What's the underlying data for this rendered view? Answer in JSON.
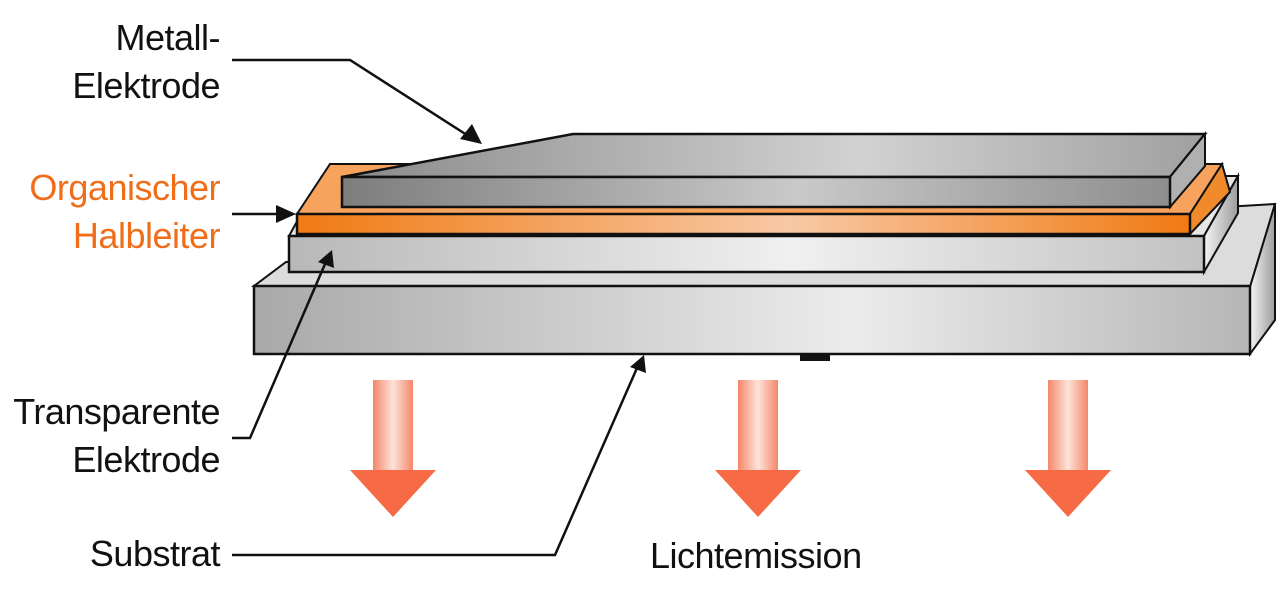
{
  "labels": {
    "metal_electrode": {
      "line1": "Metall-",
      "line2": "Elektrode"
    },
    "organic_semiconductor": {
      "line1": "Organischer",
      "line2": "Halbleiter"
    },
    "transparent_electrode": {
      "line1": "Transparente",
      "line2": "Elektrode"
    },
    "substrate": "Substrat",
    "light_emission": "Lichtemission"
  },
  "colors": {
    "organic_label": "#f06d1a",
    "organic_layer": "#f2841f",
    "metal_layer": "#9a9a9a",
    "emission_arrow": "#f77b5c",
    "outline": "#111111"
  }
}
